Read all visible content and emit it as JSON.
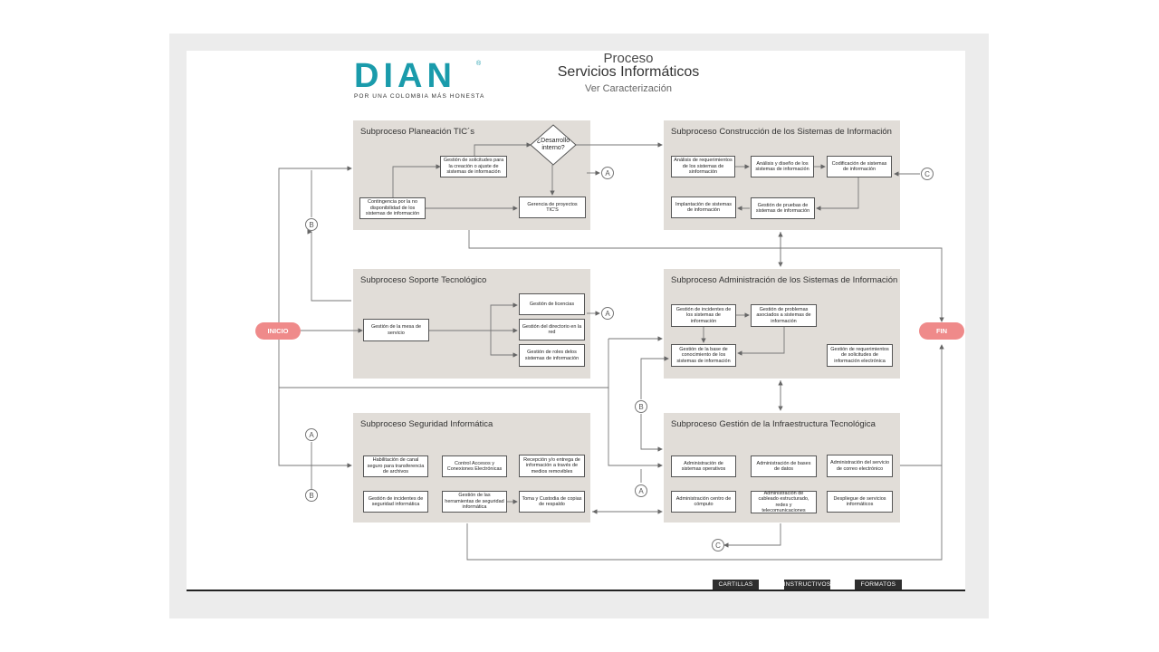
{
  "header": {
    "logo": "DIAN",
    "logo_mark": "®",
    "slogan": "POR UNA COLOMBIA MÁS HONESTA",
    "title_line1": "Proceso",
    "title_line2": "Servicios Informáticos",
    "subtitle": "Ver Caracterización"
  },
  "start_label": "INICIO",
  "end_label": "FIN",
  "panels": {
    "planeacion": {
      "title": "Subproceso Planeación TIC´s",
      "decision": "¿Desarrollo interno?",
      "nodes": [
        "Gestión de solicitudes para la creación o ajuste de sistemas de información",
        "Contingencia por la no disponibilidad de los sistemas de información",
        "Gerencia de proyectos TIC'S"
      ]
    },
    "construccion": {
      "title": "Subproceso Construcción de los Sistemas de Información",
      "nodes": [
        "Análisis de requerimientos de los sistemas de sinformación",
        "Análisis y diseño de los sistemas de información",
        "Codificación de sistemas de información",
        "Implantación de sistemas de información",
        "Gestión de pruebas de sistemas de información"
      ]
    },
    "soporte": {
      "title": "Subproceso Soporte Tecnológico",
      "nodes": [
        "Gestión de la mesa de servicio",
        "Gestión de licencias",
        "Gestión del directorio en la red",
        "Gestión de roles delos sistemas de información"
      ]
    },
    "administracion": {
      "title": "Subproceso  Administración de los Sistemas de Información",
      "nodes": [
        "Gestión de incidentes de los sistemas de información",
        "Gestión de problemas asociados a sistemas de información",
        "Gestión de la base de conocimiento de los sistemas de información",
        "Gestión de requerimientos de solicitudes de información electrónica"
      ]
    },
    "seguridad": {
      "title": "Subproceso Seguridad Informática",
      "nodes": [
        "Habilitación de canal seguro para transferencia de archivos",
        "Control Accesos y Conexiones Electrónicas",
        "Recepción y/o entrega de información a través de medios removibles",
        "Gestión de incidentes de seguridad informática",
        "Gestión de las herramientas de seguridad informática",
        "Toma y Custodia de copias de respaldo"
      ]
    },
    "infraestructura": {
      "title": "Subproceso Gestión de la Infraestructura Tecnológica",
      "nodes": [
        "Administración de sistemas operativos",
        "Administración de bases de datos",
        "Administración del servicio de correo electrónico",
        "Administración centro de cómputo",
        "Administración de cableado estructurado, redes y telecomunicaciones",
        "Despliegue de servicios informáticos"
      ]
    }
  },
  "connectors": [
    "A",
    "A",
    "A",
    "A",
    "B",
    "B",
    "B",
    "C",
    "C"
  ],
  "footer": {
    "cartillas": "CARTILLAS",
    "instructivos": "INSTRUCTIVOS",
    "formatos": "FORMATOS"
  },
  "colors": {
    "brand": "#1a9bab",
    "panel": "#e1ddd8",
    "terminal": "#ef8a8a",
    "footer_button": "#2f2f2f"
  }
}
